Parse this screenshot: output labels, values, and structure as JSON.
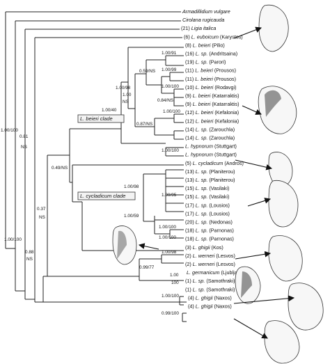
{
  "figure": {
    "kind": "phylogenetic tree",
    "taxa": [
      {
        "code": "",
        "genus": "Armadillidium vulgare",
        "locality": ""
      },
      {
        "code": "",
        "genus": "Cirolana rugicauda",
        "locality": ""
      },
      {
        "code": "(21)",
        "genus": "Ligia italica",
        "locality": ""
      },
      {
        "code": "(6)",
        "genus": "L. euboicum",
        "locality": "(Karystos)"
      },
      {
        "code": "(8)",
        "genus": "L. beieri",
        "locality": "(Pilio)"
      },
      {
        "code": "(16)",
        "genus": "L. sp.",
        "locality": "(Andritsaina)"
      },
      {
        "code": "(19)",
        "genus": "L. sp.",
        "locality": "(Parori)"
      },
      {
        "code": "(11)",
        "genus": "L. beieri",
        "locality": "(Prousos)"
      },
      {
        "code": "(11)",
        "genus": "L. beieri",
        "locality": "(Prousos)"
      },
      {
        "code": "(10)",
        "genus": "L. beieri",
        "locality": "(Rodavgi)"
      },
      {
        "code": "(9)",
        "genus": "L. beieri",
        "locality": "(Katarraktis)"
      },
      {
        "code": "(9)",
        "genus": "L. beieri",
        "locality": "(Katarraktis)"
      },
      {
        "code": "(12)",
        "genus": "L. beieri",
        "locality": "(Kefalonia)"
      },
      {
        "code": "(12)",
        "genus": "L. beieri",
        "locality": "(Kefalonia)"
      },
      {
        "code": "(14)",
        "genus": "L. sp.",
        "locality": "(Zarouchla)"
      },
      {
        "code": "(14)",
        "genus": "L. sp.",
        "locality": "(Zarouchla)"
      },
      {
        "code": "",
        "genus": "L. hypnorum",
        "locality": "(Stuttgart)"
      },
      {
        "code": "",
        "genus": "L. hypnorum",
        "locality": "(Stuttgart)"
      },
      {
        "code": "(5)",
        "genus": "L. cycladicum",
        "locality": "(Andros)"
      },
      {
        "code": "(13)",
        "genus": "L. sp.",
        "locality": "(Planiterou)"
      },
      {
        "code": "(13)",
        "genus": "L. sp.",
        "locality": "(Planiterou)"
      },
      {
        "code": "(15)",
        "genus": "L. sp.",
        "locality": "(Vasilaki)"
      },
      {
        "code": "(15)",
        "genus": "L. sp.",
        "locality": "(Vasilaki)"
      },
      {
        "code": "(17)",
        "genus": "L. sp.",
        "locality": "(Lousios)"
      },
      {
        "code": "(17)",
        "genus": "L. sp.",
        "locality": "(Lousios)"
      },
      {
        "code": "(20)",
        "genus": "L. sp.",
        "locality": "(Nedonas)"
      },
      {
        "code": "(18)",
        "genus": "L. sp.",
        "locality": "(Parnonas)"
      },
      {
        "code": "(18)",
        "genus": "L. sp.",
        "locality": "(Parnonas)"
      },
      {
        "code": "(3)",
        "genus": "L. ghigii",
        "locality": "(Kos)"
      },
      {
        "code": "(2)",
        "genus": "L. werneri",
        "locality": "(Lesvos)"
      },
      {
        "code": "(2)",
        "genus": "L. werneri",
        "locality": "(Lesvos)"
      },
      {
        "code": "",
        "genus": "L. germanicum",
        "locality": "(Ljubljana)"
      },
      {
        "code": "(1)",
        "genus": "L. sp.",
        "locality": "(Samothraki)"
      },
      {
        "code": "(1)",
        "genus": "L. sp.",
        "locality": "(Samothraki)"
      },
      {
        "code": "(4)",
        "genus": "L. ghigii",
        "locality": "(Naxos)"
      },
      {
        "code": "(4)",
        "genus": "L. ghigii",
        "locality": "(Naxos)"
      }
    ],
    "clades": {
      "beieri": "L. beieri clade",
      "cycladicum": "L. cycladicum clade"
    },
    "support": {
      "root": "1.00/100",
      "n081": "0.81",
      "ns_a": "NS",
      "n100_100": "1.00/100",
      "n037": "0.37",
      "ns_b": "NS",
      "n088": "0.88",
      "ns_c": "NS",
      "n049": "0.49/NS",
      "n100_40": "1.00/40",
      "n100_98a": "1.00/98",
      "n059": "0.59/NS",
      "n100_91": "1.00/91",
      "n100_99": "1.00/99",
      "n084": "0.84/NS",
      "n100_100b": "1.00/100",
      "n100_ns": "1.00",
      "ns_d": "NS",
      "n100_100c": "1.00/100",
      "n087": "0.87/NS",
      "n100_100d": "1.00/100",
      "n100_98b": "1.00/98",
      "n100_95": "1.00/95",
      "n100_59": "1.00/59",
      "n100_100e": "1.00/100",
      "n100_100f": "1.00/100",
      "n100_98c": "1.00/98",
      "n099_77": "0.99/77",
      "n100_g": "1.00",
      "n100_h": "100",
      "n100_100h": "1.00/100",
      "n099_100": "0.99/100"
    },
    "illustrations": [
      "pleopod-sketch-icon",
      "pleopod-sketch-icon",
      "pleopod-sketch-icon",
      "pleopod-sketch-icon",
      "pleopod-sketch-icon",
      "pleopod-sketch-icon",
      "pleopod-sketch-icon",
      "pleopod-sketch-icon",
      "pleopod-sketch-icon"
    ]
  }
}
